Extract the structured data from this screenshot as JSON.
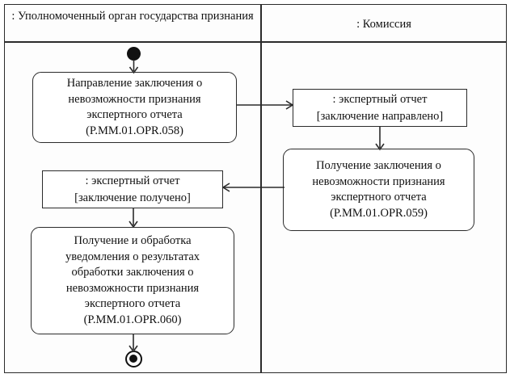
{
  "diagram": {
    "type": "uml-activity-diagram",
    "lanes": [
      {
        "id": "left",
        "title": ": Уполномоченный орган\nгосударства признания"
      },
      {
        "id": "right",
        "title": ": Комиссия"
      }
    ],
    "nodes": [
      {
        "id": "start",
        "kind": "initial-node",
        "lane": "left"
      },
      {
        "id": "activity-058",
        "kind": "activity",
        "lane": "left",
        "text": "Направление заключения о\nневозможности признания\nэкспертного отчета\n(P.MM.01.OPR.058)",
        "code": "P.MM.01.OPR.058"
      },
      {
        "id": "object-sent",
        "kind": "object-node",
        "lane": "right",
        "text": ": экспертный отчет\n[заключение направлено]",
        "state": "заключение направлено"
      },
      {
        "id": "activity-059",
        "kind": "activity",
        "lane": "right",
        "text": "Получение заключения о\nневозможности признания\nэкспертного отчета\n(P.MM.01.OPR.059)",
        "code": "P.MM.01.OPR.059"
      },
      {
        "id": "object-received",
        "kind": "object-node",
        "lane": "left",
        "text": ": экспертный отчет\n[заключение получено]",
        "state": "заключение получено"
      },
      {
        "id": "activity-060",
        "kind": "activity",
        "lane": "left",
        "text": "Получение и обработка\nуведомления о результатах\nобработки заключения о\nневозможности признания\nэкспертного отчета\n(P.MM.01.OPR.060)",
        "code": "P.MM.01.OPR.060"
      },
      {
        "id": "end",
        "kind": "final-node",
        "lane": "left"
      }
    ],
    "edges": [
      {
        "from": "start",
        "to": "activity-058",
        "direction": "down"
      },
      {
        "from": "activity-058",
        "to": "object-sent",
        "direction": "right"
      },
      {
        "from": "object-sent",
        "to": "activity-059",
        "direction": "down"
      },
      {
        "from": "activity-059",
        "to": "object-received",
        "direction": "left"
      },
      {
        "from": "object-received",
        "to": "activity-060",
        "direction": "down"
      },
      {
        "from": "activity-060",
        "to": "end",
        "direction": "down"
      }
    ],
    "colors": {
      "line": "#2b2b2b",
      "text": "#111111",
      "node_fill": "#ffffff",
      "background": "#ffffff"
    }
  }
}
